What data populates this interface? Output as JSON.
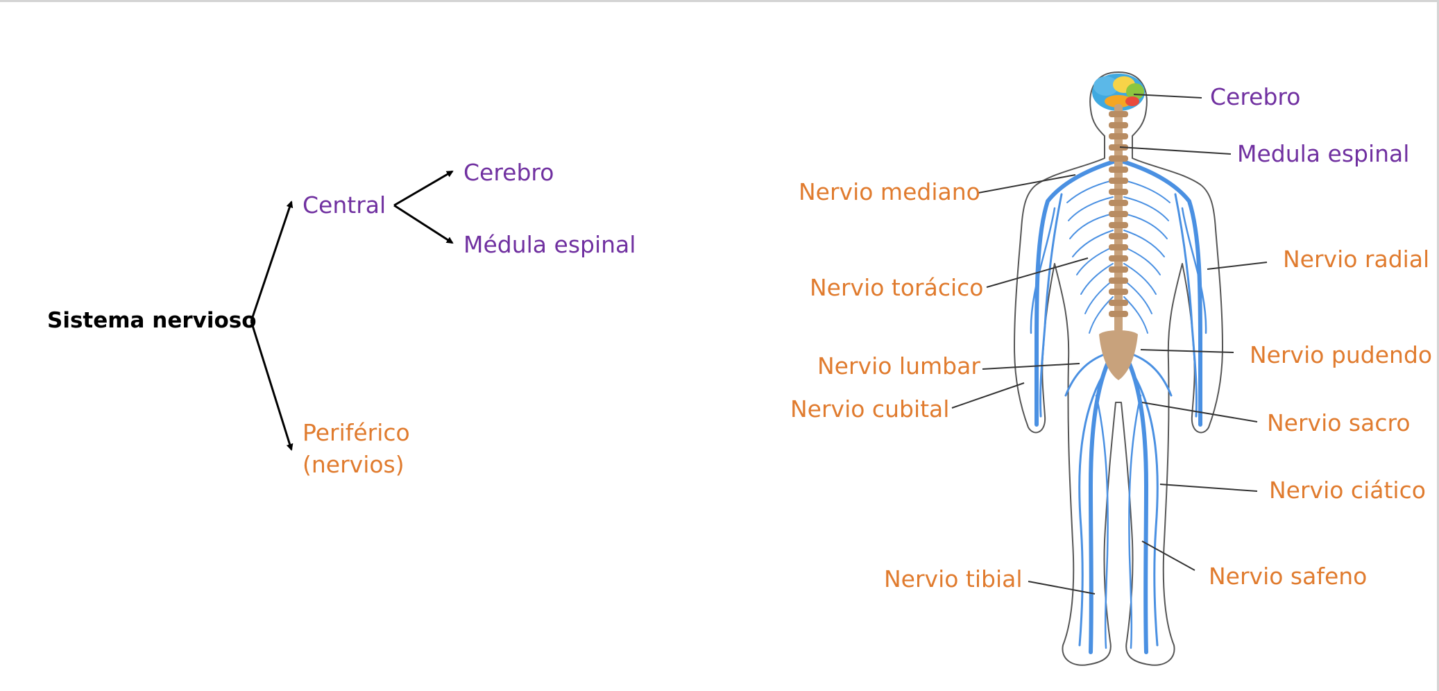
{
  "colors": {
    "central_text": "#7030A0",
    "peripheral_text": "#E07B2E",
    "nerve_blue": "#4A90E2",
    "bone": "#C8A27C",
    "skin_outline": "#555555"
  },
  "scheme": {
    "root": "Sistema nervioso",
    "central": {
      "label": "Central",
      "children": [
        "Cerebro",
        "Médula espinal"
      ]
    },
    "peripheral": {
      "line1": "Periférico",
      "line2": "(nervios)"
    }
  },
  "figure": {
    "labels": {
      "cerebro": "Cerebro",
      "medula": "Medula espinal",
      "mediano": "Nervio mediano",
      "radial": "Nervio radial",
      "toracico": "Nervio torácico",
      "pudendo": "Nervio pudendo",
      "lumbar": "Nervio lumbar",
      "cubital": "Nervio cubital",
      "sacro": "Nervio sacro",
      "ciatico": "Nervio ciático",
      "tibial": "Nervio tibial",
      "safeno": "Nervio safeno"
    }
  }
}
